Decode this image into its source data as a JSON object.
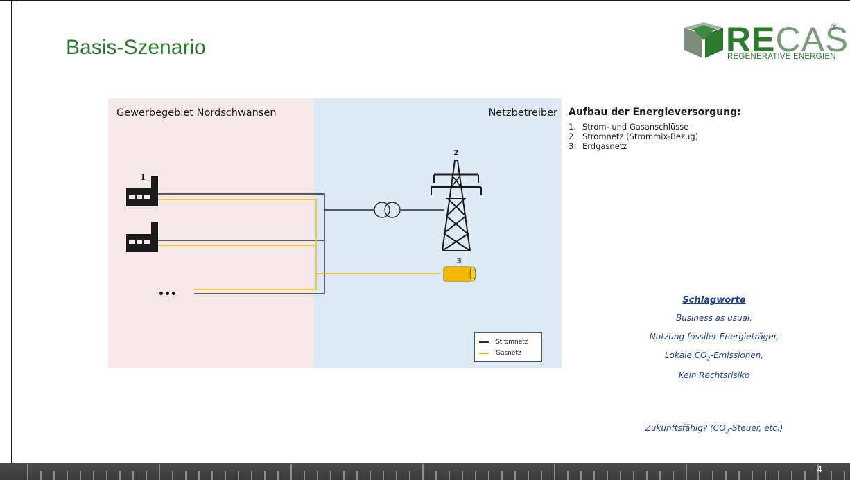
{
  "slide": {
    "title": "Basis-Szenario",
    "page_number": "4"
  },
  "logo": {
    "brand_bold": "RE",
    "brand_light": "CASE",
    "registered": "®",
    "subtitle": "REGENERATIVE ENERGIEN"
  },
  "diagram": {
    "left_zone_label": "Gewerbegebiet Nordschwansen",
    "right_zone_label": "Netzbetreiber",
    "markers": {
      "factory": "1",
      "tower": "2",
      "gas": "3"
    },
    "ellipsis": "•••",
    "legend": {
      "strom": "Stromnetz",
      "gas": "Gasnetz"
    },
    "colors": {
      "left_zone": "#f7e9ea",
      "right_zone": "#ddeaf6",
      "strom_line": "#2a2a2a",
      "gas_line": "#f2b800"
    }
  },
  "aufbau": {
    "title": "Aufbau der Energieversorgung:",
    "items": [
      {
        "num": "1.",
        "text": "Strom- und Gasanschlüsse"
      },
      {
        "num": "2.",
        "text": "Stromnetz (Strommix-Bezug)"
      },
      {
        "num": "3.",
        "text": "Erdgasnetz"
      }
    ]
  },
  "keywords": {
    "title": "Schlagworte",
    "line1": "Business as usual,",
    "line2": "Nutzung fossiler Energieträger,",
    "line3_pre": "Lokale CO",
    "line3_sub": "2",
    "line3_post": "-Emissionen,",
    "line4": "Kein Rechtsrisiko",
    "zukunft_pre": "Zukunftsfähig? (CO",
    "zukunft_sub": "2",
    "zukunft_post": "-Steuer, etc.)"
  }
}
